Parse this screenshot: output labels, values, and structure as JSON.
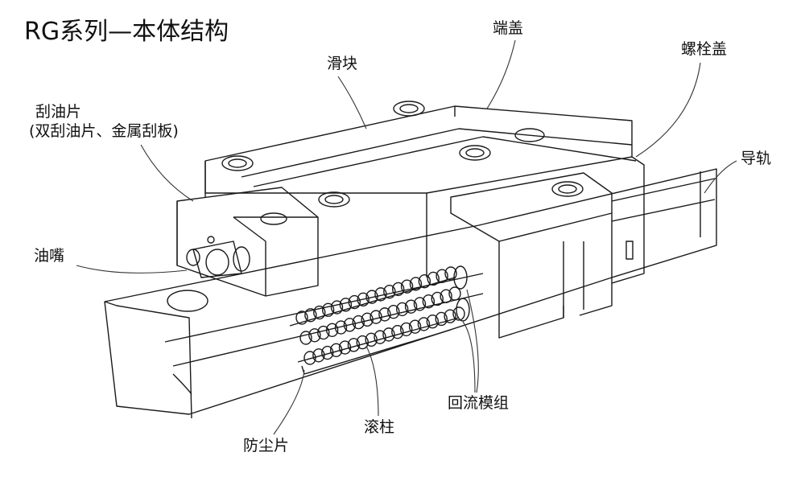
{
  "title": "RG系列—本体结构",
  "labels": {
    "end_cap": "端盖",
    "slider": "滑块",
    "bolt_cap": "螺栓盖",
    "wiper": "刮油片",
    "wiper_note": "(双刮油片、金属刮板)",
    "rail": "导轨",
    "grease_nipple": "油嘴",
    "recirculation": "回流模组",
    "roller": "滚柱",
    "dust_strip": "防尘片"
  }
}
